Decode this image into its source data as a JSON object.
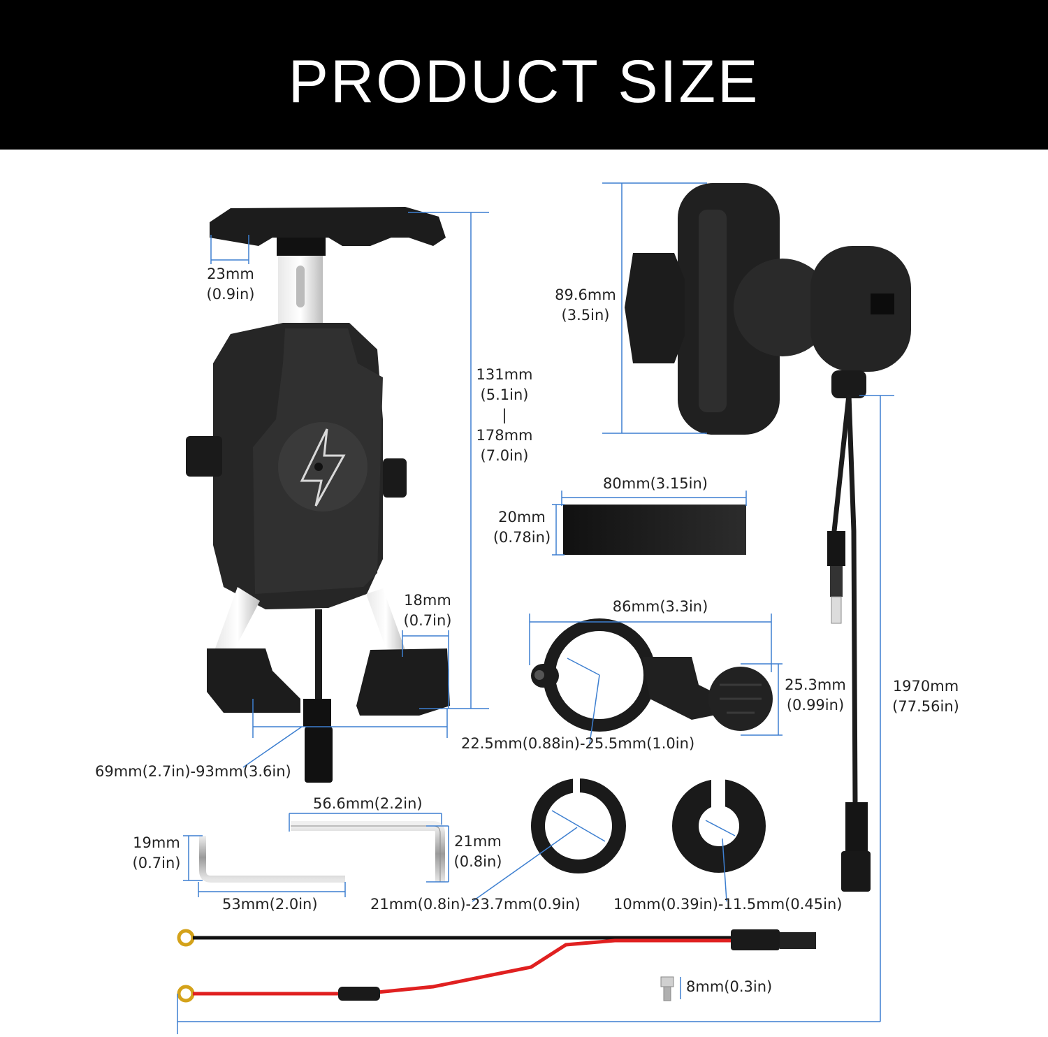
{
  "header": {
    "title": "PRODUCT SIZE"
  },
  "dimensions": {
    "grip_width": [
      "23mm",
      "(0.9in)"
    ],
    "holder_height": [
      "131mm",
      "(5.1in)",
      "|",
      "178mm",
      "(7.0in)"
    ],
    "arm_width": [
      "18mm",
      "(0.7in)"
    ],
    "holder_width": "69mm(2.7in)-93mm(3.6in)",
    "ball_mount_height": [
      "89.6mm",
      "(3.5in)"
    ],
    "pad_length": "80mm(3.15in)",
    "pad_height": [
      "20mm",
      "(0.78in)"
    ],
    "clamp_length": "86mm(3.3in)",
    "ball_diameter": [
      "25.3mm",
      "(0.99in)"
    ],
    "clamp_range": "22.5mm(0.88in)-25.5mm(1.0in)",
    "cable_length": [
      "1970mm",
      "(77.56in)"
    ],
    "large_key_length": "56.6mm(2.2in)",
    "large_key_height": [
      "21mm",
      "(0.8in)"
    ],
    "small_key_height": [
      "19mm",
      "(0.7in)"
    ],
    "small_key_length": "53mm(2.0in)",
    "ring_large": "21mm(0.8in)-23.7mm(0.9in)",
    "ring_small": "10mm(0.39in)-11.5mm(0.45in)",
    "screw": "8mm(0.3in)"
  },
  "colors": {
    "dimension_line": "#3d7fd0",
    "product": "#2a2a2a",
    "wire_red": "#e02020"
  }
}
